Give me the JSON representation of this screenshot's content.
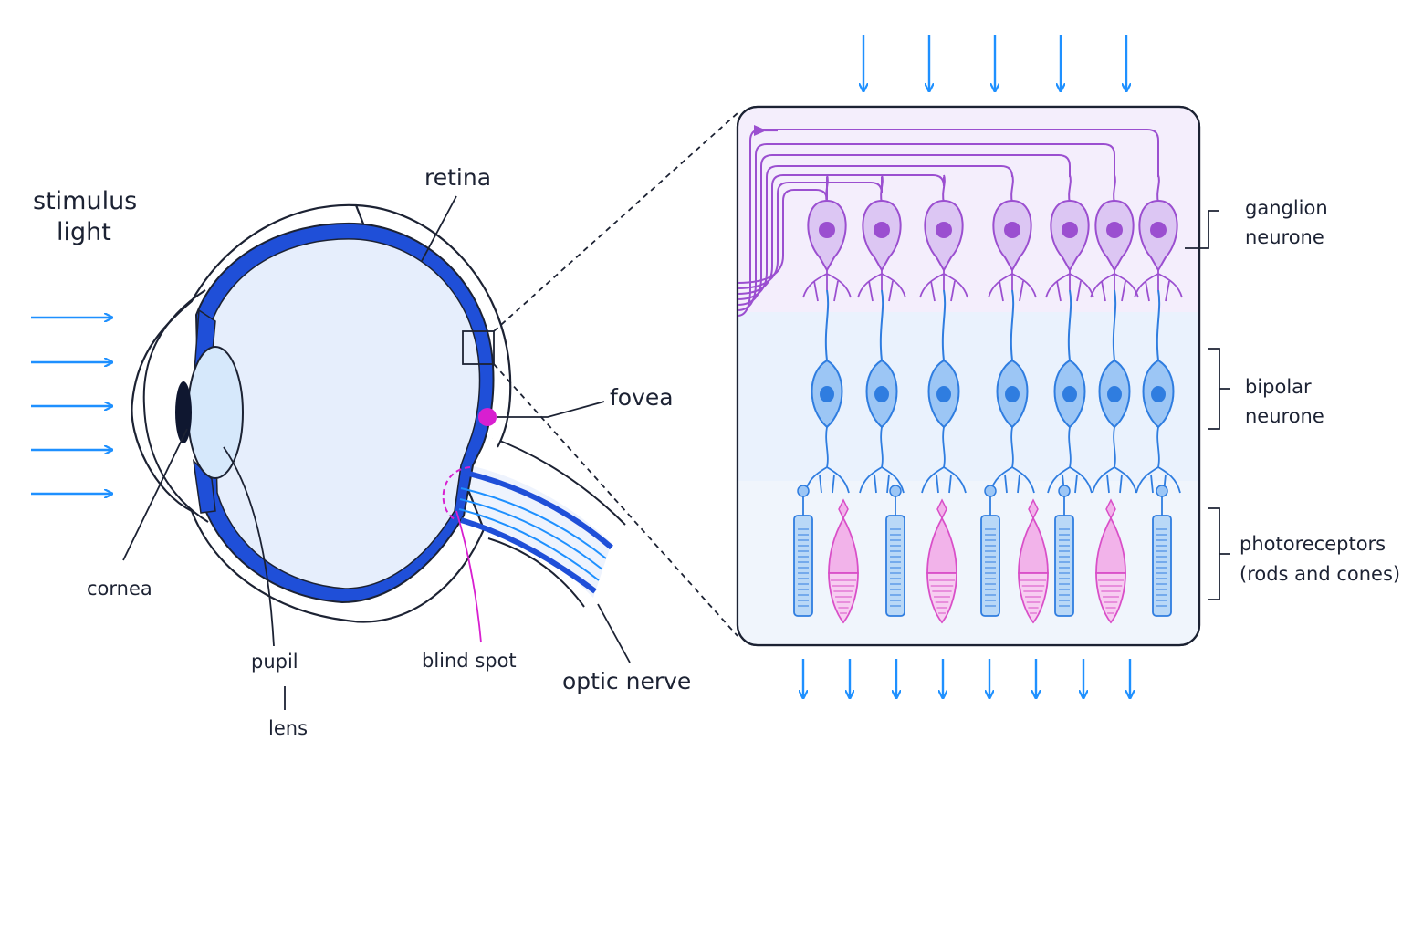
{
  "labels": {
    "stimulus_line1": "stimulus",
    "stimulus_line2": "light",
    "retina": "retina",
    "fovea": "fovea",
    "cornea": "cornea",
    "pupil": "pupil",
    "lens": "lens",
    "blind_spot": "blind spot",
    "optic_nerve": "optic nerve",
    "ganglion_line1": "ganglion",
    "ganglion_line2": "neurone",
    "bipolar_line1": "bipolar",
    "bipolar_line2": "neurone",
    "photo_line1": "photoreceptors",
    "photo_line2": "(rods and cones)"
  },
  "colors": {
    "retina_blue": "#1f4fd8",
    "light_arrow": "#1e90ff",
    "ganglion_purple": "#9b4fd0",
    "bipolar_blue": "#2f7de0",
    "cone_pink": "#d94fc8",
    "fovea_magenta": "#d81fd0"
  },
  "photoreceptors": [
    "rod",
    "cone",
    "rod",
    "cone",
    "rod",
    "cone",
    "rod",
    "cone",
    "rod"
  ]
}
